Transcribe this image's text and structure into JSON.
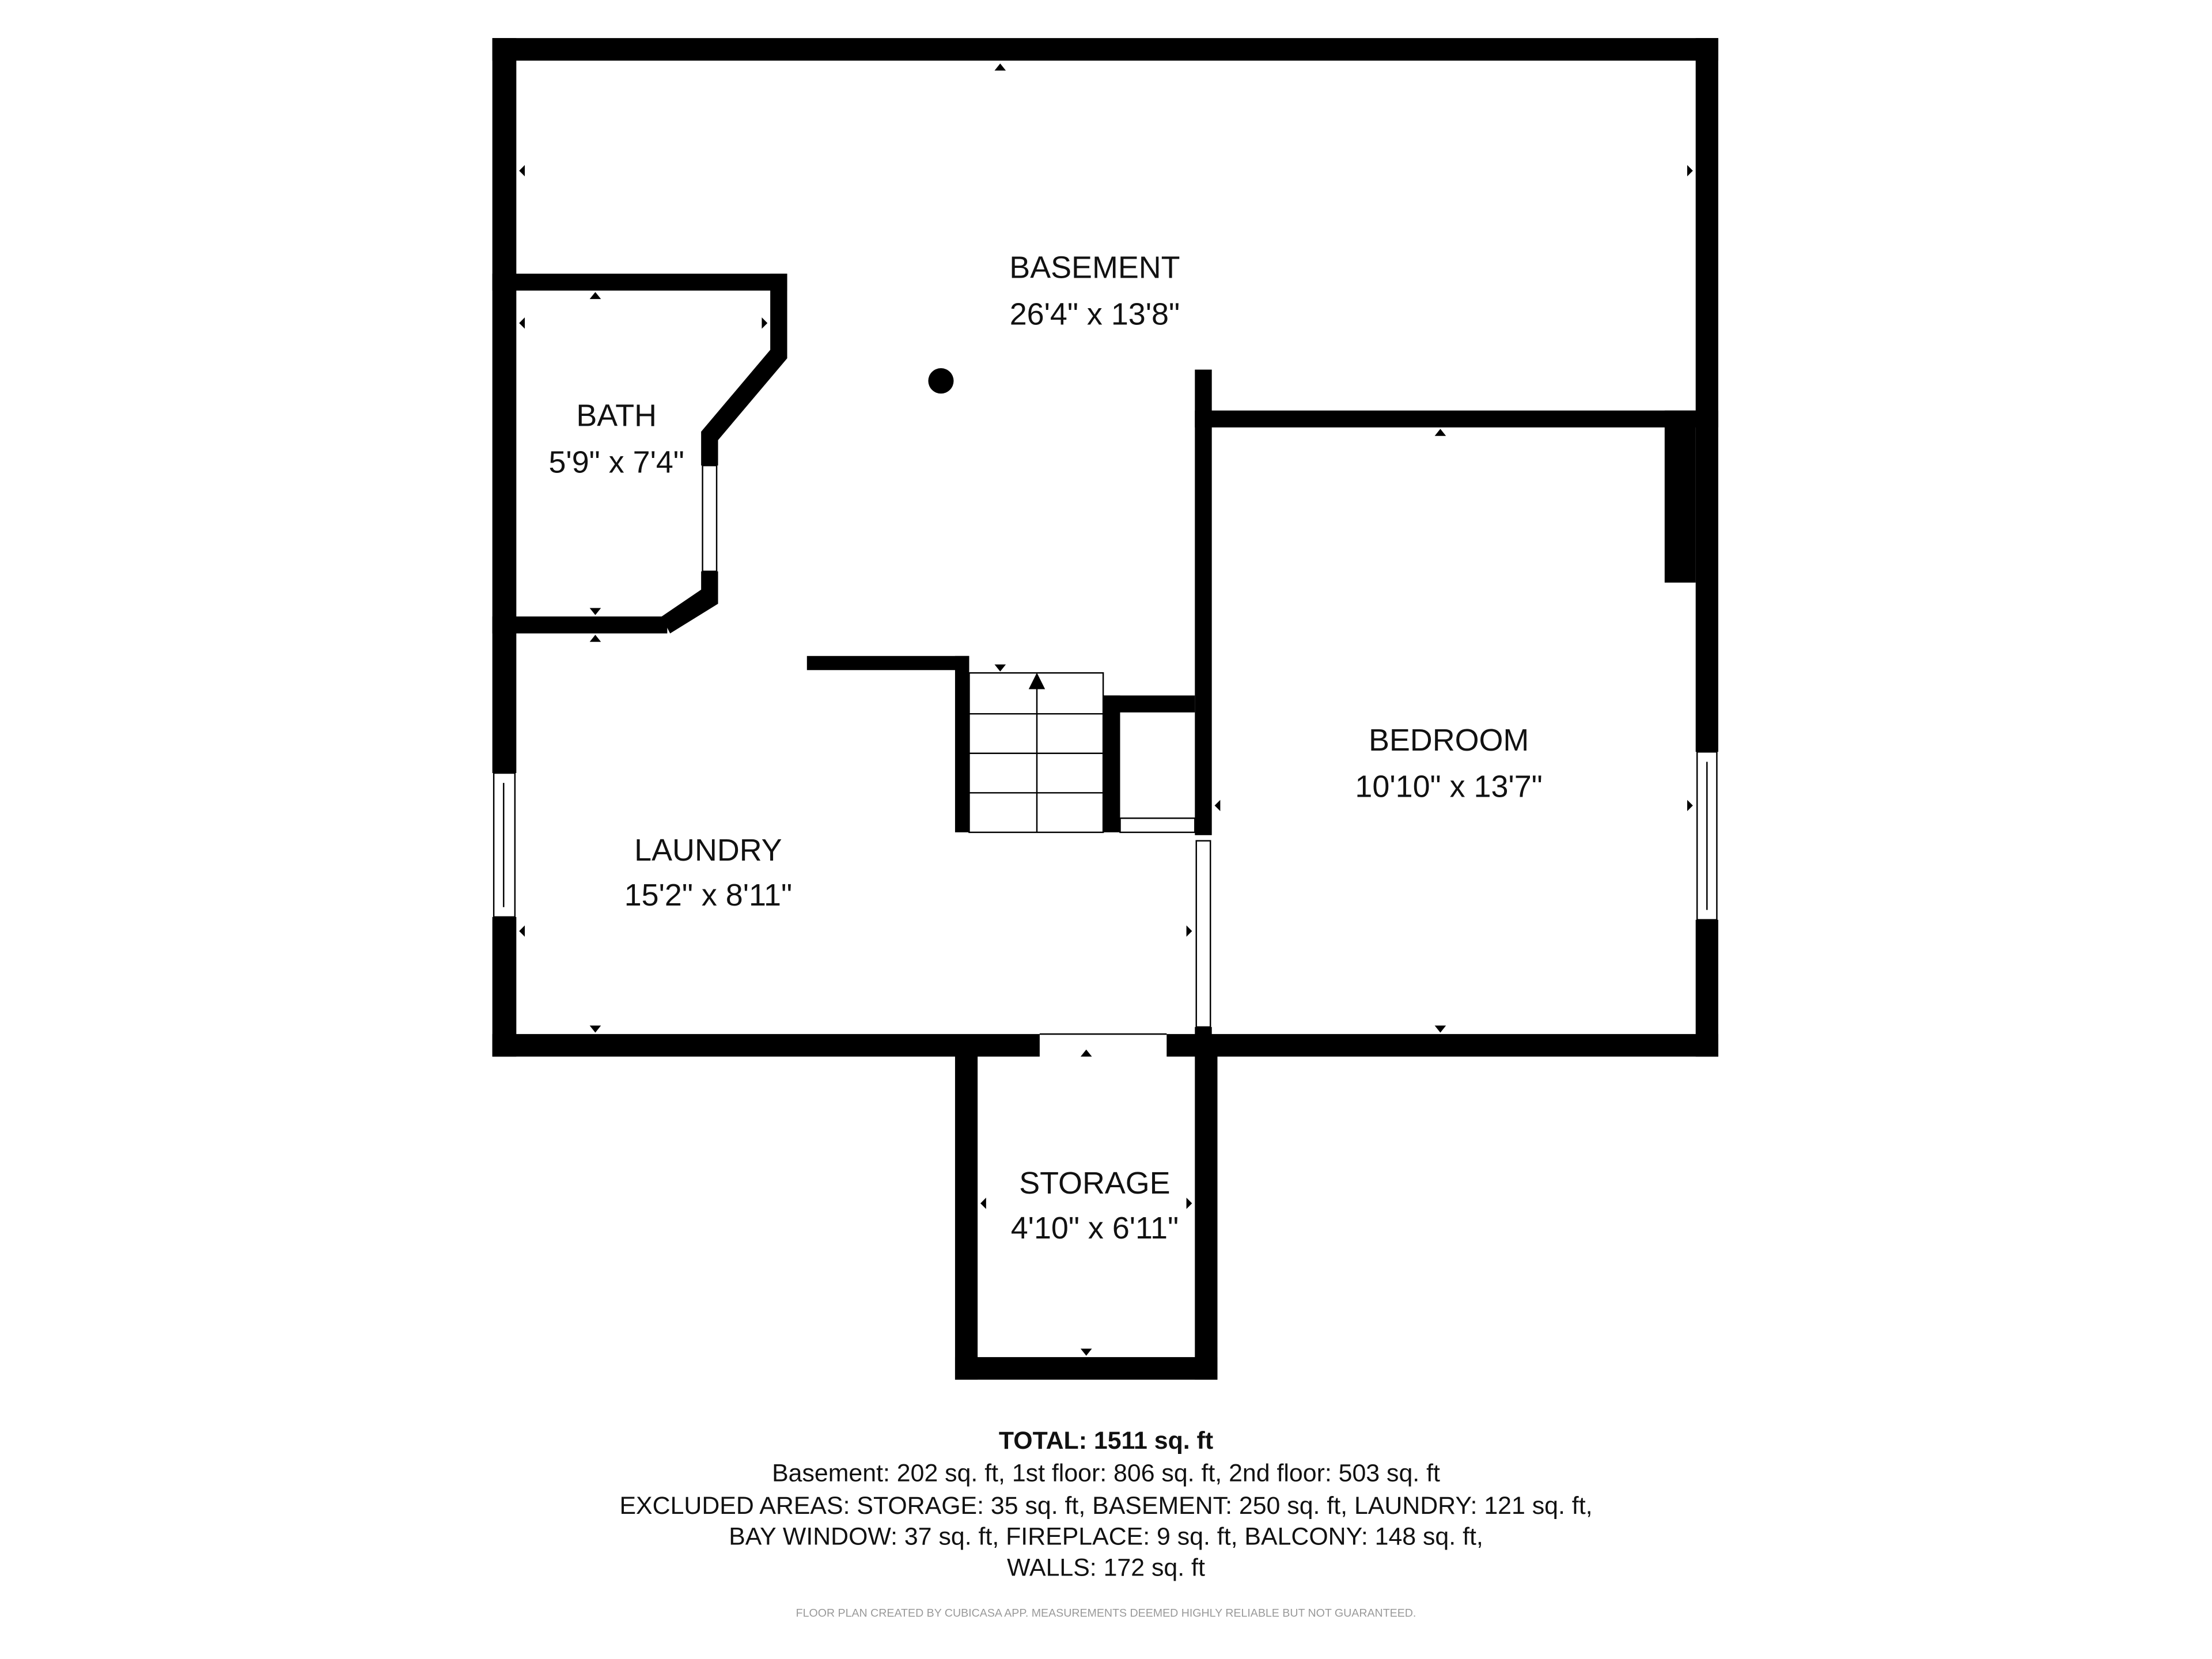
{
  "rooms": {
    "basement": {
      "name": "BASEMENT",
      "dims": "26'4\" x 13'8\""
    },
    "bath": {
      "name": "BATH",
      "dims": "5'9\" x 7'4\""
    },
    "laundry": {
      "name": "LAUNDRY",
      "dims": "15'2\" x 8'11\""
    },
    "bedroom": {
      "name": "BEDROOM",
      "dims": "10'10\" x 13'7\""
    },
    "storage": {
      "name": "STORAGE",
      "dims": "4'10\" x 6'11\""
    }
  },
  "summary": {
    "total": "TOTAL: 1511 sq. ft",
    "floors": "Basement: 202 sq. ft, 1st floor: 806 sq. ft, 2nd floor: 503 sq. ft",
    "excluded_1": "EXCLUDED AREAS: STORAGE: 35 sq. ft, BASEMENT: 250 sq. ft, LAUNDRY: 121 sq. ft,",
    "excluded_2": "BAY WINDOW: 37 sq. ft, FIREPLACE: 9 sq. ft, BALCONY: 148 sq. ft,",
    "excluded_3": "WALLS: 172 sq. ft"
  },
  "credit": "FLOOR PLAN CREATED BY CUBICASA APP. MEASUREMENTS DEEMED HIGHLY RELIABLE BUT NOT GUARANTEED.",
  "colors": {
    "wall": "#000000",
    "background": "#ffffff"
  }
}
